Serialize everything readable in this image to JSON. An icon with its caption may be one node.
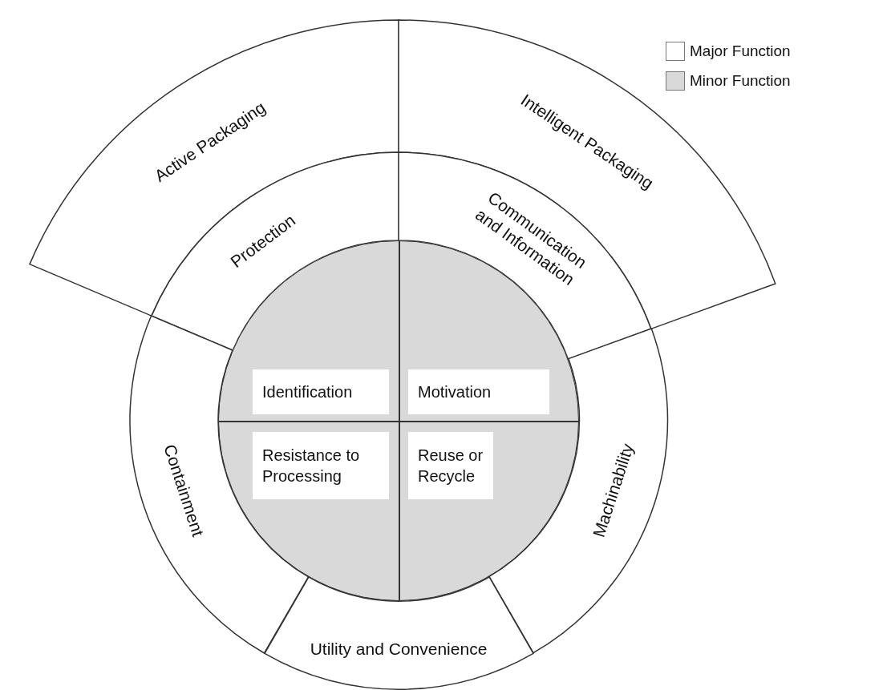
{
  "diagram": {
    "nodes": [
      {
        "text": [
          "Active Packaging"
        ]
      },
      {
        "text": [
          "Intelligent Packaging"
        ]
      },
      {
        "text": [
          "Protection"
        ]
      },
      {
        "text": [
          "Communication and Information"
        ]
      },
      {
        "text": [],
        "shape": "circle"
      },
      {
        "text": [
          "Identification"
        ],
        "in": 4
      },
      {
        "text": [
          "Motivation"
        ],
        "in": 4
      },
      {
        "text": [
          "Resistance to Processing"
        ],
        "in": 4
      },
      {
        "text": [
          "Reuse or Recycle"
        ],
        "in": 4
      },
      {
        "text": [
          "Containment"
        ]
      },
      {
        "text": [
          "Machinability"
        ]
      },
      {
        "text": [
          "Utility and Convenience"
        ]
      }
    ],
    "edges": [],
    "legend": [
      {
        "text": "Major Function",
        "color": "#ffffff"
      },
      {
        "text": "Minor Function",
        "color": "#d9d9d9"
      }
    ]
  }
}
